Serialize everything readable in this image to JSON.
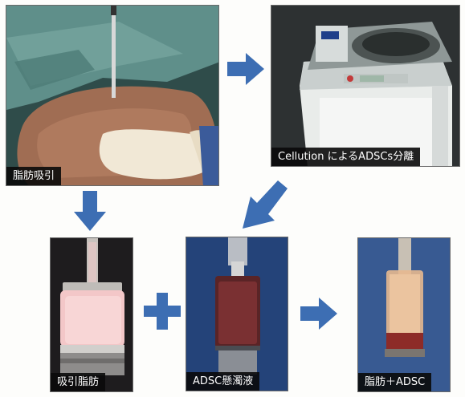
{
  "steps": {
    "liposuction": "脂肪吸引",
    "processing": "Cellution によるADSCs分離",
    "aspirated_fat": "吸引脂肪",
    "suspension": "ADSC懸濁液",
    "mixture": "脂肪＋ADSC"
  },
  "colors": {
    "arrow": "#3d6eb3",
    "caption_bg": "#0a0a0a",
    "caption_text": "#ffffff"
  },
  "icons": {
    "plus": "plus-icon",
    "arrow": "arrow-icon"
  }
}
